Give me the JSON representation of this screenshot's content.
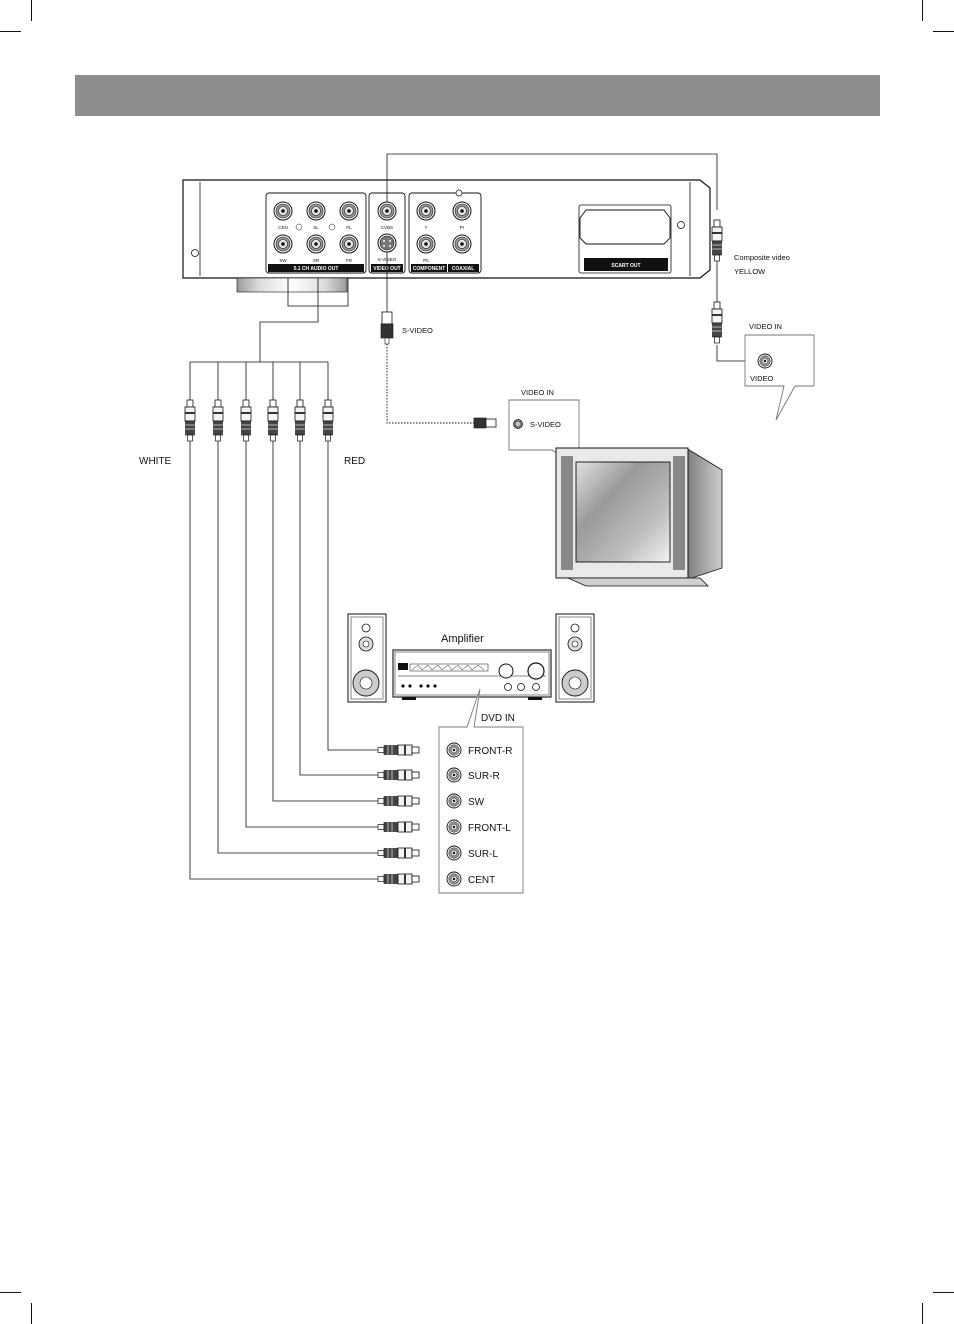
{
  "dvd_panel": {
    "audio_jacks": [
      "CEN",
      "SL",
      "FL",
      "SW",
      "SR",
      "FR"
    ],
    "audio_out_label": "5.1 CH AUDIO OUT",
    "cvbs_label": "CVBS",
    "svideo_label": "S-VIDEO",
    "video_out_label": "VIDEO OUT",
    "component_jacks": [
      "Y",
      "Pr",
      "Pb"
    ],
    "component_label": "COMPONENT",
    "coaxial_label": "COAXIAL",
    "scart_label": "SCART OUT"
  },
  "cables": {
    "composite_label": "Composite video",
    "yellow_label": "YELLOW",
    "svideo_cable_label": "S-VIDEO",
    "white_label": "WHITE",
    "red_label": "RED"
  },
  "tv": {
    "video_in_composite_title": "VIDEO IN",
    "video_in_composite_jack": "VIDEO",
    "video_in_svideo_title": "VIDEO IN",
    "video_in_svideo_jack": "S-VIDEO"
  },
  "amplifier": {
    "title": "Amplifier",
    "dvd_in_label": "DVD IN",
    "inputs": [
      "FRONT-R",
      "SUR-R",
      "SW",
      "FRONT-L",
      "SUR-L",
      "CENT"
    ]
  }
}
